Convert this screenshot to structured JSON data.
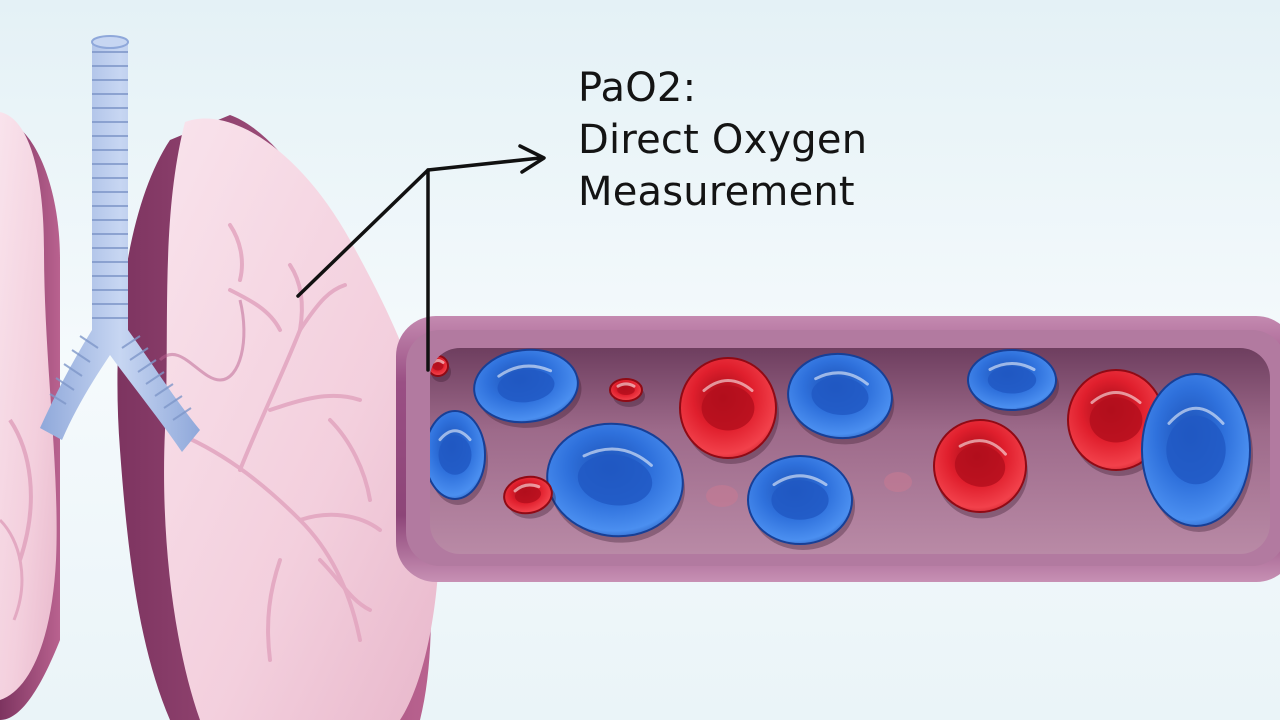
{
  "caption": {
    "lines": [
      "PaO2:",
      "Direct Oxygen",
      "Measurement"
    ]
  },
  "colors": {
    "background_top": "#e7f2f7",
    "background_bottom": "#f6fbfd",
    "lung_fill": "#f6d6e3",
    "lung_shadow": "#9b4876",
    "trachea": "#a9bfe6",
    "vessel_wall": "#9b4f83",
    "vessel_lumen": "#8e5b7a",
    "oxygenated_cell": "#e0202e",
    "deoxygenated_cell": "#2f6fd6",
    "arrow": "#111111"
  },
  "icons": {
    "lung": "lung-icon",
    "trachea": "trachea-icon",
    "blood_vessel": "blood-vessel-icon",
    "red_blood_cell": "red-blood-cell-icon",
    "arrow": "arrow-icon"
  }
}
